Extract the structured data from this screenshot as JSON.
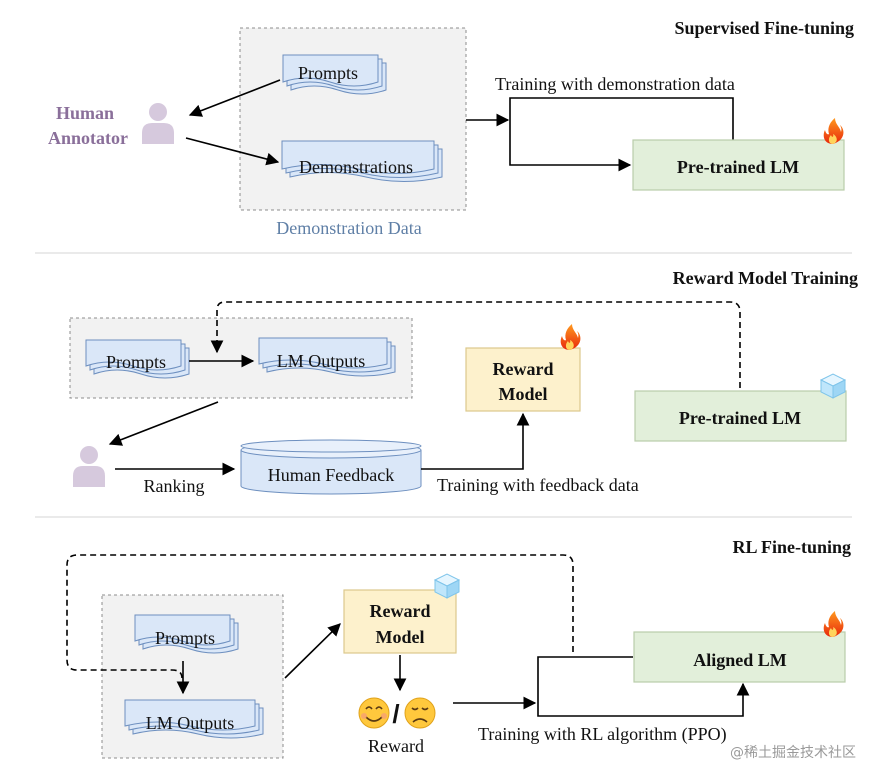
{
  "sections": {
    "sft": {
      "title": "Supervised Fine-tuning",
      "human_annotator": [
        "Human",
        "Annotator"
      ],
      "prompts": "Prompts",
      "demonstrations": "Demonstrations",
      "group_label": "Demonstration Data",
      "edge_label": "Training with demonstration data",
      "model": "Pre-trained LM"
    },
    "rm": {
      "title": "Reward Model Training",
      "prompts": "Prompts",
      "lm_outputs": "LM Outputs",
      "ranking": "Ranking",
      "human_feedback": "Human Feedback",
      "edge_label": "Training with feedback data",
      "reward_model": [
        "Reward",
        "Model"
      ],
      "model": "Pre-trained LM"
    },
    "rl": {
      "title": "RL Fine-tuning",
      "prompts": "Prompts",
      "lm_outputs": "LM Outputs",
      "reward_model": [
        "Reward",
        "Model"
      ],
      "reward_label": "Reward",
      "slash": "/",
      "edge_label": "Training with RL algorithm (PPO)",
      "model": "Aligned LM"
    }
  },
  "icons": {
    "trainable": "fire-icon",
    "frozen": "ice-cube-icon",
    "person": "person-icon",
    "happy": "smiling-face-icon",
    "sad": "disappointed-face-icon"
  },
  "colors": {
    "lm_box_fill": "#e2efda",
    "reward_box_fill": "#fdf1cc",
    "doc_fill": "#dae7f8",
    "group_fill": "#f2f2f2",
    "annotator_text": "#8a6f9a",
    "group_label_text": "#5f7fa6"
  },
  "watermark": "@稀土掘金技术社区"
}
